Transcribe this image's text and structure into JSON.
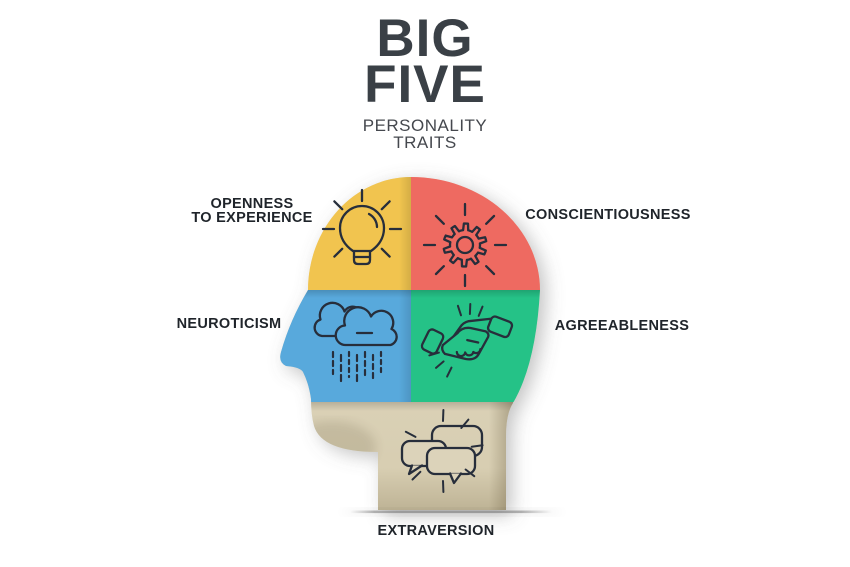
{
  "title": {
    "line1": "BIG",
    "line2": "FIVE",
    "subtitle_line1": "PERSONALITY",
    "subtitle_line2": "TRAITS"
  },
  "palette": {
    "yellow": "#F1C44F",
    "red": "#EE6A61",
    "blue": "#58A9DC",
    "green": "#25C287",
    "beige": "#DCD3BA",
    "icon_stroke": "#272E3B",
    "title_color": "#3A4046",
    "subtitle_color": "#45484E",
    "label_color": "#1F242A",
    "background": "#FFFFFF"
  },
  "traits": [
    {
      "id": "openness",
      "label_line1": "OPENNESS",
      "label_line2": "TO EXPERIENCE",
      "color": "#F1C44F",
      "icon": "lightbulb-icon",
      "position": "top-left"
    },
    {
      "id": "conscientiousness",
      "label": "CONSCIENTIOUSNESS",
      "color": "#EE6A61",
      "icon": "gear-icon",
      "position": "top-right"
    },
    {
      "id": "neuroticism",
      "label": "NEUROTICISM",
      "color": "#58A9DC",
      "icon": "rain-cloud-icon",
      "position": "middle-left"
    },
    {
      "id": "agreeableness",
      "label": "AGREEABLENESS",
      "color": "#25C287",
      "icon": "handshake-icon",
      "position": "middle-right"
    },
    {
      "id": "extraversion",
      "label": "EXTRAVERSION",
      "color": "#DCD3BA",
      "icon": "chat-bubbles-icon",
      "position": "bottom"
    }
  ]
}
